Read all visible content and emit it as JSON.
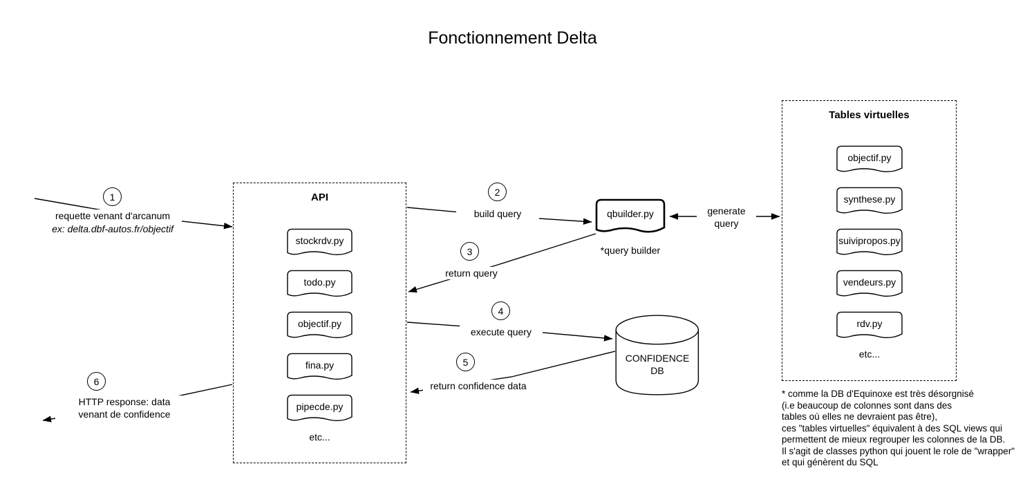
{
  "title": "Fonctionnement Delta",
  "groups": {
    "api": {
      "title": "API",
      "etc": "etc...",
      "nodes": [
        {
          "label": "stockrdv.py"
        },
        {
          "label": "todo.py"
        },
        {
          "label": "objectif.py"
        },
        {
          "label": "fina.py"
        },
        {
          "label": "pipecde.py"
        }
      ]
    },
    "virtual_tables": {
      "title": "Tables virtuelles",
      "etc": "etc...",
      "nodes": [
        {
          "label": "objectif.py"
        },
        {
          "label": "synthese.py"
        },
        {
          "label": "suivipropos.py"
        },
        {
          "label": "vendeurs.py"
        },
        {
          "label": "rdv.py"
        }
      ]
    }
  },
  "nodes": {
    "qbuilder": {
      "label": "qbuilder.py",
      "caption": "*query builder"
    },
    "database": {
      "line1": "CONFIDENCE",
      "line2": "DB"
    }
  },
  "steps": [
    {
      "number": "1",
      "label": "requette venant d'arcanum",
      "sublabel": "ex: delta.dbf-autos.fr/objectif"
    },
    {
      "number": "2",
      "label": "build query"
    },
    {
      "number": "3",
      "label": "return query"
    },
    {
      "number": "4",
      "label": "execute query"
    },
    {
      "number": "5",
      "label": "return confidence data"
    },
    {
      "number": "6",
      "label": "HTTP response: data",
      "sublabel": "venant de confidence"
    }
  ],
  "edges": {
    "generate_query_line1": "generate",
    "generate_query_line2": "query"
  },
  "footnote": "* comme la DB d'Equinoxe est très désorgnisé\n (i.e beaucoup de colonnes sont dans des\ntables où elles ne devraient pas être),\n ces \"tables virtuelles\" équivalent à des SQL views qui\npermettent de mieux regrouper les colonnes de la DB.\nIl s'agit de classes python qui jouent le role de \"wrapper\"\net qui génèrent du SQL",
  "colors": {
    "stroke": "#000000",
    "background": "#ffffff"
  }
}
